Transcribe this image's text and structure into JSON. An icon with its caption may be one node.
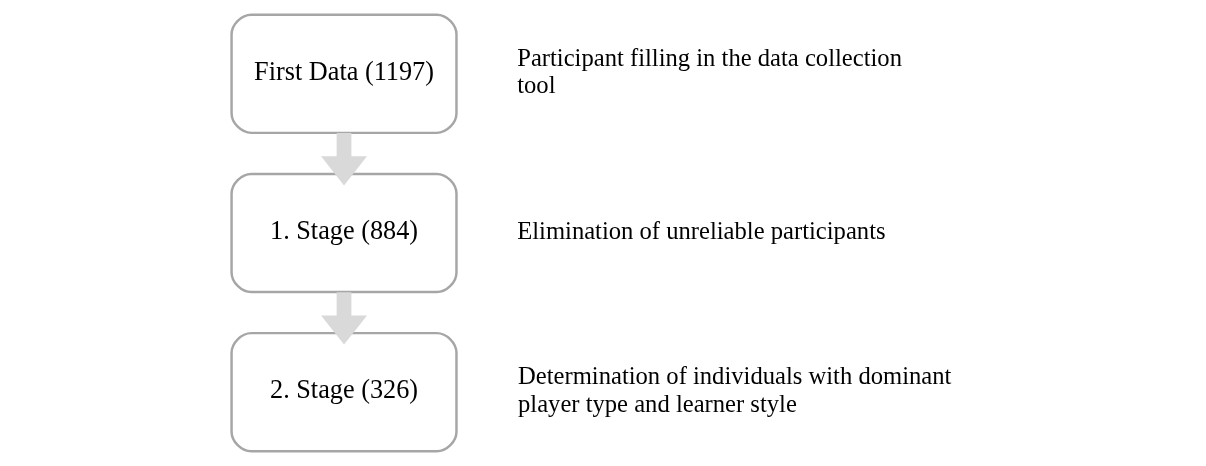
{
  "diagram": {
    "nodes": [
      {
        "text": [
          "First Data (1197)"
        ],
        "beside": [
          "Participant filling in the data collection tool"
        ]
      },
      {
        "text": [
          "1. Stage (884)"
        ],
        "beside": [
          "Elimination of unreliable participants"
        ]
      },
      {
        "text": [
          "2. Stage (326)"
        ],
        "beside": [
          "Determination of individuals with dominant player type and learner style"
        ]
      }
    ],
    "edges": [
      {
        "from": 0,
        "to": 1,
        "arrow": "to"
      },
      {
        "from": 1,
        "to": 2,
        "arrow": "to"
      }
    ]
  }
}
